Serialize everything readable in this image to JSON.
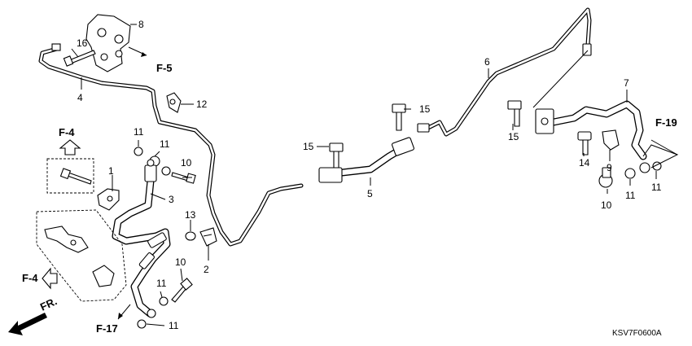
{
  "callouts": {
    "p1": "1",
    "p2": "2",
    "p3": "3",
    "p4": "4",
    "p5": "5",
    "p6": "6",
    "p7": "7",
    "p8": "8",
    "p9": "9",
    "p10a": "10",
    "p10b": "10",
    "p10c": "10",
    "p11a": "11",
    "p11b": "11",
    "p11c": "11",
    "p11d": "11",
    "p11e": "11",
    "p11f": "11",
    "p12": "12",
    "p13": "13",
    "p14": "14",
    "p15a": "15",
    "p15b": "15",
    "p15c": "15",
    "p16": "16"
  },
  "references": {
    "f5": "F-5",
    "f4_top": "F-4",
    "f4_left": "F-4",
    "f17": "F-17",
    "f19": "F-19",
    "fr": "FR."
  },
  "diagram_code": "KSV7F0600A"
}
